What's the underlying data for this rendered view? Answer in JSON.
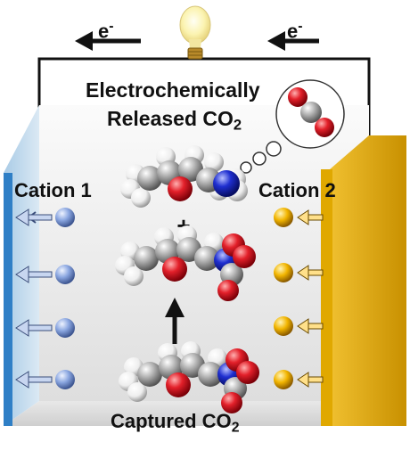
{
  "diagram": {
    "electron_symbol": "e",
    "electron_charge": "-",
    "release_label_line1": "Electrochemically",
    "release_label_line2_prefix": "Released CO",
    "release_label_line2_subscript": "2",
    "cation_left_label": "Cation 1",
    "cation_right_label": "Cation 2",
    "plus_symbol": "+",
    "captured_label_prefix": "Captured CO",
    "captured_label_subscript": "2",
    "icons": [
      "light-bulb-icon",
      "co2-molecule-icon",
      "amine-molecule-icon",
      "carbamate-molecule-icon",
      "cation-sphere-icon",
      "arrow-icon"
    ],
    "colors": {
      "left_electrode": "#2f7fc6",
      "right_electrode": "#e0a800",
      "cation_1": "#8aa6e0",
      "cation_2": "#f2b500",
      "carbon": "#a8a8a8",
      "hydrogen": "#f4f4f4",
      "oxygen": "#e0202a",
      "nitrogen": "#1f2fd0"
    }
  }
}
